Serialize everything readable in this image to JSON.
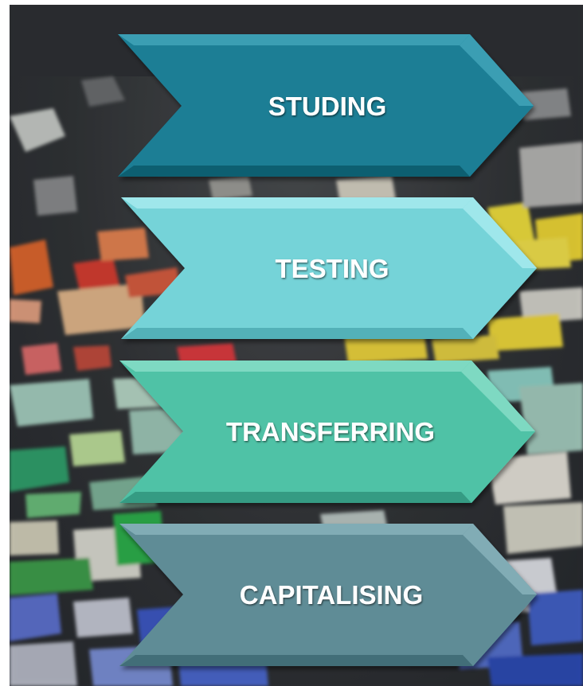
{
  "background": {
    "description_icon": "plastic-fragments-photo"
  },
  "steps": [
    {
      "label": "STUDING",
      "color": "#1b7e95",
      "edge": "#3fa3b8",
      "dark": "#0f5768"
    },
    {
      "label": "TESTING",
      "color": "#74d3d8",
      "edge": "#a7eaee",
      "dark": "#4aa9b0"
    },
    {
      "label": "TRANSFERRING",
      "color": "#4fc2a6",
      "edge": "#86ddc7",
      "dark": "#2f917a"
    },
    {
      "label": "CAPITALISING",
      "color": "#5e8c96",
      "edge": "#87b2bb",
      "dark": "#3c6670"
    }
  ]
}
